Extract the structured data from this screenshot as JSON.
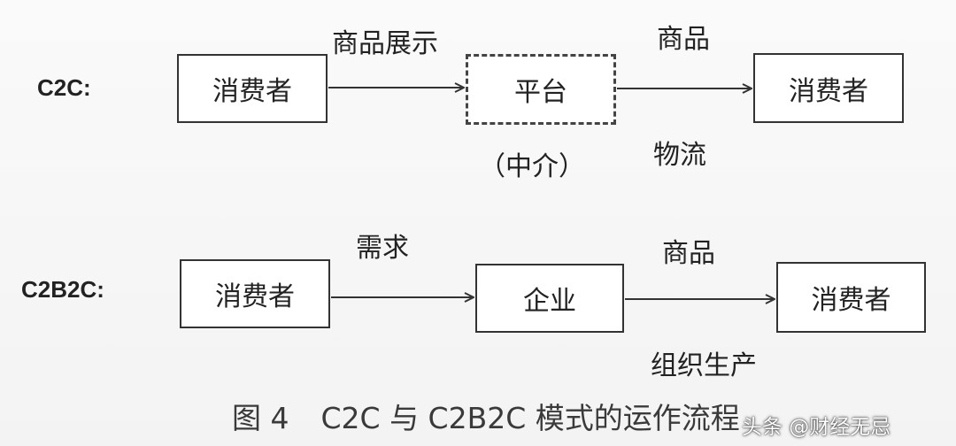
{
  "colors": {
    "line": "#333333",
    "text": "#222222",
    "caption": "#3a3a3a",
    "background": "#f6f6f6"
  },
  "rows": {
    "c2c": {
      "label": "C2C:",
      "box_consumer_left": "消费者",
      "box_platform": "平台",
      "platform_note": "（中介）",
      "box_consumer_right": "消费者",
      "label_display": "商品展示",
      "label_goods": "商品",
      "label_logistics": "物流"
    },
    "c2b2c": {
      "label": "C2B2C:",
      "box_consumer_left": "消费者",
      "box_enterprise": "企业",
      "box_consumer_right": "消费者",
      "label_demand": "需求",
      "label_goods": "商品",
      "label_production": "组织生产"
    }
  },
  "caption": {
    "figure_number": "图 4",
    "title": "C2C 与 C2B2C 模式的运作流程"
  },
  "watermark": "头条 @财经无忌"
}
